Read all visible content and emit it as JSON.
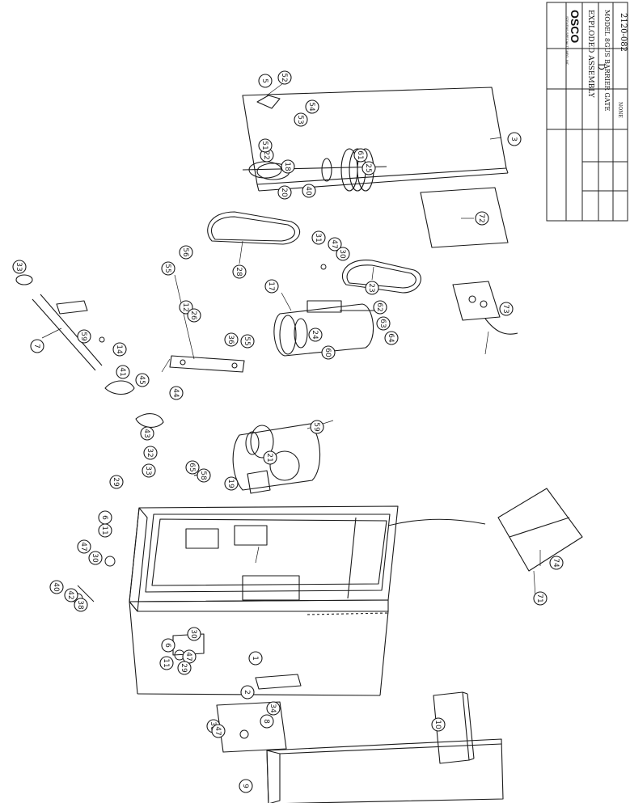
{
  "title_block": {
    "company": "OSCO",
    "company_small": "STEVENS SPECIALTY MFG. INC.",
    "title_line1": "EXPLODED ASSEMBLY",
    "title_line2": "MODEL 8GUS BARRIER GATE",
    "drawing_number": "2120-082",
    "size": "D",
    "scale": "NONE"
  },
  "callouts": [
    {
      "id": "b3",
      "label": "3"
    },
    {
      "id": "b5",
      "label": "5"
    },
    {
      "id": "b52",
      "label": "52"
    },
    {
      "id": "b53",
      "label": "53"
    },
    {
      "id": "b54",
      "label": "54"
    },
    {
      "id": "b72",
      "label": "72"
    },
    {
      "id": "b22",
      "label": "22"
    },
    {
      "id": "b51",
      "label": "51"
    },
    {
      "id": "b20",
      "label": "20"
    },
    {
      "id": "b18",
      "label": "18"
    },
    {
      "id": "b40a",
      "label": "40"
    },
    {
      "id": "b25",
      "label": "25"
    },
    {
      "id": "b61",
      "label": "61"
    },
    {
      "id": "b28",
      "label": "28"
    },
    {
      "id": "b31",
      "label": "31"
    },
    {
      "id": "b47a",
      "label": "47"
    },
    {
      "id": "b30a",
      "label": "30"
    },
    {
      "id": "b23",
      "label": "23"
    },
    {
      "id": "b73",
      "label": "73"
    },
    {
      "id": "b33a",
      "label": "33"
    },
    {
      "id": "b7",
      "label": "7"
    },
    {
      "id": "b59a",
      "label": "59"
    },
    {
      "id": "b17",
      "label": "17"
    },
    {
      "id": "b62",
      "label": "62"
    },
    {
      "id": "b63",
      "label": "63"
    },
    {
      "id": "b64",
      "label": "64"
    },
    {
      "id": "b60",
      "label": "60"
    },
    {
      "id": "b24",
      "label": "24"
    },
    {
      "id": "b55a",
      "label": "55"
    },
    {
      "id": "b56",
      "label": "56"
    },
    {
      "id": "b12",
      "label": "12"
    },
    {
      "id": "b26",
      "label": "26"
    },
    {
      "id": "b36",
      "label": "36"
    },
    {
      "id": "b55b",
      "label": "55"
    },
    {
      "id": "b14",
      "label": "14"
    },
    {
      "id": "b41",
      "label": "41"
    },
    {
      "id": "b45",
      "label": "45"
    },
    {
      "id": "b44",
      "label": "44"
    },
    {
      "id": "b43",
      "label": "43"
    },
    {
      "id": "b32",
      "label": "32"
    },
    {
      "id": "b21",
      "label": "21"
    },
    {
      "id": "b59b",
      "label": "59"
    },
    {
      "id": "b65",
      "label": "65"
    },
    {
      "id": "b58",
      "label": "58"
    },
    {
      "id": "b19",
      "label": "19"
    },
    {
      "id": "b33b",
      "label": "33"
    },
    {
      "id": "b11a",
      "label": "11"
    },
    {
      "id": "b6a",
      "label": "6"
    },
    {
      "id": "b29a",
      "label": "29"
    },
    {
      "id": "b47b",
      "label": "47"
    },
    {
      "id": "b30b",
      "label": "30"
    },
    {
      "id": "b40b",
      "label": "40"
    },
    {
      "id": "b42",
      "label": "42"
    },
    {
      "id": "b38",
      "label": "38"
    },
    {
      "id": "b11b",
      "label": "11"
    },
    {
      "id": "b6b",
      "label": "6"
    },
    {
      "id": "b30c",
      "label": "30"
    },
    {
      "id": "b47c",
      "label": "47"
    },
    {
      "id": "b29b",
      "label": "29"
    },
    {
      "id": "b1",
      "label": "1"
    },
    {
      "id": "b2",
      "label": "2"
    },
    {
      "id": "b71",
      "label": "71"
    },
    {
      "id": "b74",
      "label": "74"
    },
    {
      "id": "b30d",
      "label": "30"
    },
    {
      "id": "b47d",
      "label": "47"
    },
    {
      "id": "b34",
      "label": "34"
    },
    {
      "id": "b8",
      "label": "8"
    },
    {
      "id": "b10",
      "label": "10"
    },
    {
      "id": "b9",
      "label": "9"
    }
  ]
}
